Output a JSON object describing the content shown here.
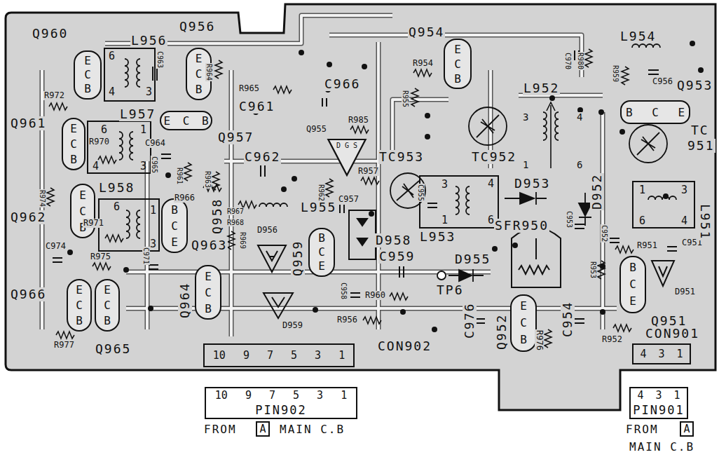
{
  "diagram": {
    "nodes": [
      {
        "text": [
          "E C B"
        ]
      },
      {
        "text": [
          "6",
          "4",
          "3"
        ]
      },
      {
        "text": [
          "E C B"
        ]
      },
      {
        "text": [
          "E C B"
        ]
      },
      {
        "text": [
          "B C E"
        ]
      },
      {
        "text": [
          "E C B"
        ]
      },
      {
        "text": [
          "6",
          "1",
          "4",
          "3"
        ]
      },
      {
        "text": [
          "E C B"
        ]
      },
      {
        "text": [
          "D G S"
        ]
      },
      {
        "text": [
          "3",
          "4",
          "1",
          "6"
        ]
      },
      {
        "text": [
          "1",
          "3",
          "6",
          "4"
        ]
      },
      {
        "text": [
          "E C B"
        ]
      },
      {
        "text": [
          "6",
          "1",
          "3"
        ]
      },
      {
        "text": [
          "B C E"
        ]
      },
      {
        "text": [
          "B C E"
        ]
      },
      {
        "text": [
          "E C B"
        ]
      },
      {
        "text": [
          "E C B"
        ]
      },
      {
        "text": [
          "E C B"
        ]
      },
      {
        "text": [
          "E C B"
        ]
      },
      {
        "text": [
          "B C E"
        ]
      },
      {
        "text": [
          "10 9 7 5 3 1"
        ]
      },
      {
        "text": [
          "4 3 1"
        ]
      },
      {
        "text": [
          "10 9 7 5 3 1",
          "PIN902"
        ]
      },
      {
        "text": [
          "4 3 1",
          "PIN901"
        ]
      },
      {
        "text": [
          "A"
        ]
      },
      {
        "text": [
          "A"
        ]
      }
    ],
    "labels": [
      "Q960",
      "L956",
      "Q956",
      "C963",
      "R964",
      "R972",
      "Q954",
      "R954",
      "R955",
      "C966",
      "R965",
      "C961",
      "L954",
      "C970",
      "R980",
      "R959",
      "C956",
      "Q953",
      "L952",
      "Q961",
      "L957",
      "R970",
      "C964",
      "C965",
      "Q957",
      "Q955",
      "R985",
      "TC953",
      "TC952",
      "TC",
      "951",
      "R961",
      "R966",
      "R963",
      "C962",
      "R962",
      "C957",
      "R957",
      "D953",
      "D952",
      "R974",
      "L958",
      "Q962",
      "R971",
      "C974",
      "R975",
      "C971",
      "Q958",
      "R967",
      "R968",
      "Q963",
      "R969",
      "D956",
      "L955",
      "Q959",
      "D958",
      "L953",
      "SFR950",
      "C955",
      "C953",
      "C952",
      "R951",
      "C951",
      "L951",
      "D951",
      "C959",
      "D955",
      "TP6",
      "C958",
      "R960",
      "R953",
      "Q966",
      "R977",
      "Q965",
      "Q964",
      "D959",
      "R956",
      "C976",
      "Q952",
      "R976",
      "C954",
      "CON902",
      "R952",
      "Q951",
      "CON901",
      "3",
      "4",
      "1",
      "6",
      "FROM",
      "MAIN C.B",
      "FROM",
      "MAIN C.B"
    ]
  }
}
